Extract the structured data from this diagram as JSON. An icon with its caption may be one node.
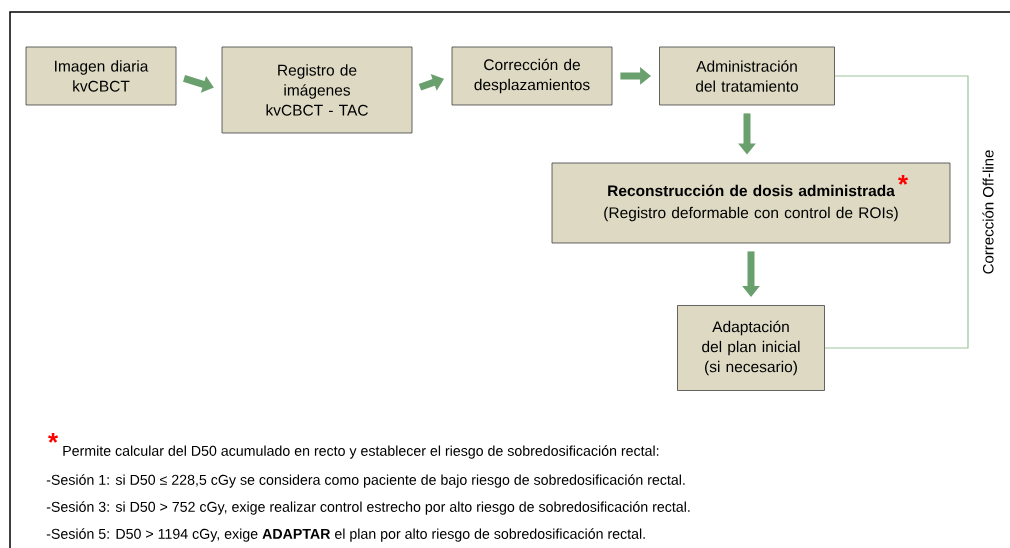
{
  "diagram": {
    "nodes": [
      {
        "text": [
          "Imagen diaria kvCBCT"
        ]
      },
      {
        "text": [
          "Registro de imágenes kvCBCT - TAC"
        ]
      },
      {
        "text": [
          "Corrección de desplazamientos"
        ]
      },
      {
        "text": [
          "Administración del tratamiento"
        ]
      },
      {
        "text": [
          "Reconstrucción de dosis administrada",
          "(Registro deformable con control de ROIs)"
        ]
      },
      {
        "text": [
          "Adaptación del plan inicial (si necesario)"
        ]
      }
    ],
    "edges": [
      {
        "from": 0,
        "to": 1,
        "arrow": "to"
      },
      {
        "from": 1,
        "to": 2,
        "arrow": "to"
      },
      {
        "from": 2,
        "to": 3,
        "arrow": "to"
      },
      {
        "from": 3,
        "to": 4,
        "arrow": "to"
      },
      {
        "from": 4,
        "to": 5,
        "arrow": "to"
      },
      {
        "from": 5,
        "to": 3,
        "arrow": "none",
        "label": "Corrección  Off-line",
        "color": "#9bc49e"
      }
    ],
    "labels": [
      "*",
      "*",
      "Permite calcular del D50 acumulado en recto y establecer el riesgo de sobredosificación rectal:",
      "-Sesión 1: si D50 ≤ 228,5 cGy  se considera como paciente de bajo riesgo de sobredosificación rectal.",
      "-Sesión 3: si D50 > 752 cGy, exige realizar control estrecho por alto riesgo de sobredosificación rectal.",
      "-Sesión 5: D50 > 1194 cGy, exige **ADAPTAR** el plan por alto riesgo de sobredosificación rectal."
    ]
  }
}
